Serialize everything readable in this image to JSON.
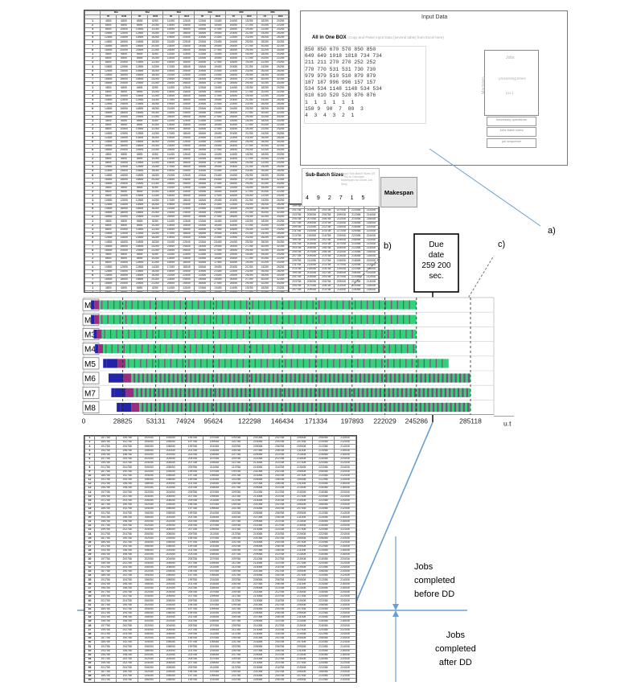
{
  "top_table": {
    "headers": [
      "",
      "in",
      "out",
      "in",
      "out",
      "in",
      "out",
      "in",
      "out",
      "in",
      "out",
      "in",
      "out"
    ],
    "groups": [
      "M1",
      "M2",
      "M3",
      "M4",
      "M5",
      "M6"
    ],
    "rows": [
      [
        "1",
        "4855",
        "6855",
        "6855",
        "8280",
        "11455",
        "12845",
        "12846",
        "13455",
        "14455",
        "15255",
        "18255",
        "20255"
      ],
      [
        "2",
        "6855",
        "8855",
        "8855",
        "10280",
        "13455",
        "14845",
        "14846",
        "15455",
        "16455",
        "17255",
        "20255",
        "22255"
      ],
      [
        "3",
        "8855",
        "10855",
        "10855",
        "12280",
        "15455",
        "16845",
        "16846",
        "17455",
        "18455",
        "19255",
        "22255",
        "24255"
      ],
      [
        "4",
        "10855",
        "12855",
        "12855",
        "14280",
        "17455",
        "18845",
        "18846",
        "19455",
        "20455",
        "21255",
        "24255",
        "26255"
      ],
      [
        "5",
        "12855",
        "14855",
        "14855",
        "16280",
        "19455",
        "20845",
        "20846",
        "21455",
        "22455",
        "23255",
        "26255",
        "28255"
      ],
      [
        "6",
        "14855",
        "16855",
        "16855",
        "18280",
        "21455",
        "22845",
        "22846",
        "23455",
        "24455",
        "25255",
        "28255",
        "30255"
      ],
      [
        "7",
        "16855",
        "18855",
        "18855",
        "20280",
        "23455",
        "24845",
        "24846",
        "25455",
        "26455",
        "27255",
        "30255",
        "32255"
      ],
      [
        "8",
        "18855",
        "20855",
        "20855",
        "22280",
        "25455",
        "26845",
        "26846",
        "27455",
        "28455",
        "29255",
        "32255",
        "34255"
      ]
    ]
  },
  "input_panel": {
    "title": "Input Data",
    "subtitle": "All in One BOX",
    "subtitle_hint": "(Copy and Paste Input Data (several table) from Excel here)",
    "data_lines": [
      "850 850 670 570 850 850",
      "649 649 1018 1018 734 734",
      "211 211 270 270 252 252",
      "770 770 531 531 730 730",
      "979 979 510 510 879 879",
      "187 187 996 996 157 157",
      "534 534 1148 1148 534 534",
      "610 610 520 520 876 876",
      "1  1  1  1  1  1",
      "150 9  90  7  80  3",
      "4  3  4  3  2  1"
    ],
    "jobs_label": "Jobs",
    "machines_label": "Machines",
    "processing_times_label": "processing times",
    "processing_times_unit": "(u.t.)",
    "box1_label": "necessary operations",
    "box2_label": "Jobs batch sizes",
    "box3_label": "job sequence"
  },
  "sub_batch": {
    "title": "Sub-Batch Sizes",
    "hint": "(Input Sub-Batch Sizes (IS ... IN) to Calculate Makespan for Given Job Seq)",
    "values": [
      "4",
      "9",
      "2",
      "7",
      "1",
      "5"
    ],
    "button_label": "Makespan"
  },
  "annotations": {
    "a": "a)",
    "b": "b)",
    "c": "c)",
    "due_date_line1": "Due",
    "due_date_line2": "date",
    "due_date_line3": "259 200",
    "due_date_line4": "sec.",
    "jobs_before_1": "Jobs",
    "jobs_before_2": "completed",
    "jobs_before_3": "before DD",
    "jobs_after_1": "Jobs",
    "jobs_after_2": "completed",
    "jobs_after_3": "after DD"
  },
  "gantt": {
    "machines": [
      "M1",
      "M2",
      "M3",
      "M4",
      "M5",
      "M6",
      "M7",
      "M8"
    ],
    "axis_ticks": [
      "0",
      "28825",
      "53131",
      "74924",
      "95624",
      "122298",
      "146434",
      "171334",
      "197893",
      "222029",
      "245286",
      "285118"
    ],
    "axis_unit": "u.t",
    "colors": {
      "green": "#33d17a",
      "purple": "#9b2d7f",
      "blue": "#2222aa",
      "navy": "#1a1a66"
    },
    "machine_end_values": [
      245286,
      245286,
      245286,
      245286,
      269000,
      285118,
      285118,
      285118
    ],
    "machine_start_values": [
      3000,
      3000,
      5000,
      6000,
      12000,
      16000,
      18000,
      22000
    ]
  },
  "bottom_table": {
    "rows": [
      [
        "187758",
        "190758",
        "192050",
        "194050",
        "195758",
        "197058",
        "199758",
        "201058",
        "202758",
        "205008",
        "208058",
        "210008"
      ],
      [
        "189758",
        "192758",
        "194050",
        "196050",
        "197758",
        "199058",
        "201758",
        "203058",
        "204758",
        "207008",
        "210058",
        "212008"
      ],
      [
        "191758",
        "194758",
        "196050",
        "198050",
        "199758",
        "201058",
        "203758",
        "205058",
        "206758",
        "209008",
        "212058",
        "214008"
      ],
      [
        "193758",
        "196758",
        "198050",
        "200050",
        "201758",
        "203058",
        "205758",
        "207058",
        "208758",
        "211008",
        "214058",
        "216008"
      ],
      [
        "195758",
        "198758",
        "200050",
        "202050",
        "203758",
        "205058",
        "207758",
        "209058",
        "210758",
        "213008",
        "216058",
        "218008"
      ],
      [
        "197758",
        "200758",
        "202050",
        "204050",
        "205758",
        "207058",
        "209758",
        "211058",
        "212758",
        "215008",
        "218058",
        "220008"
      ],
      [
        "199758",
        "202758",
        "204050",
        "206050",
        "207758",
        "209058",
        "211758",
        "213058",
        "214758",
        "217008",
        "220058",
        "222008"
      ],
      [
        "201758",
        "204758",
        "206050",
        "208050",
        "209758",
        "211058",
        "213758",
        "215058",
        "216758",
        "219008",
        "222058",
        "224008"
      ]
    ]
  }
}
